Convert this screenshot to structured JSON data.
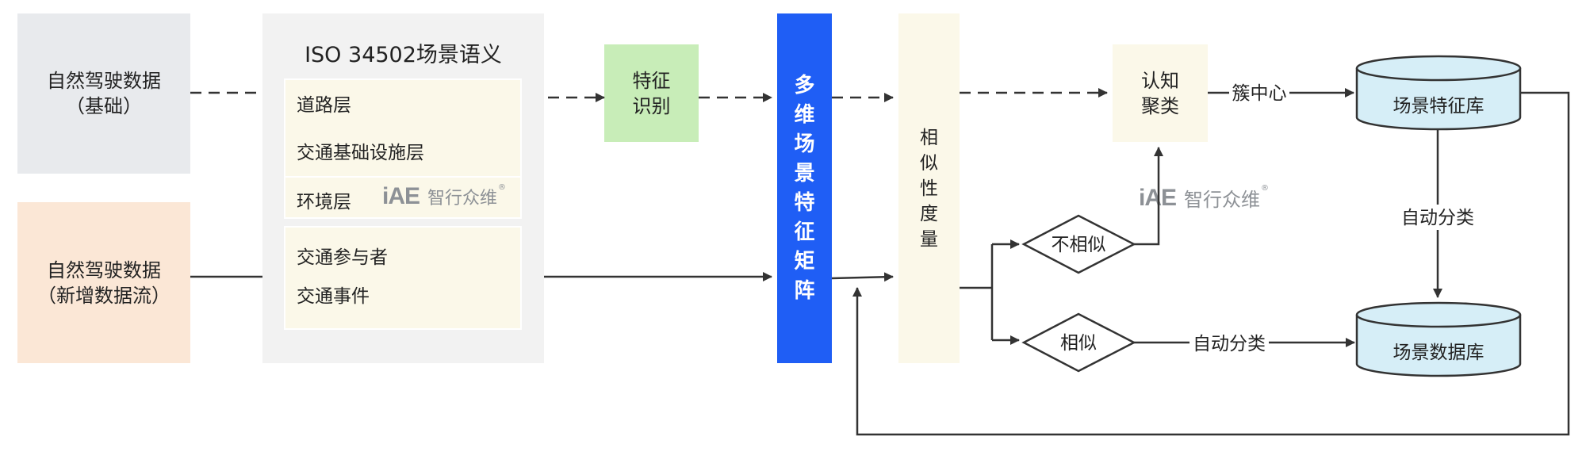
{
  "sources": {
    "base": {
      "line1": "自然驾驶数据",
      "line2": "（基础）"
    },
    "new": {
      "line1": "自然驾驶数据",
      "line2": "（新增数据流）"
    }
  },
  "iso": {
    "title": "ISO 34502场景语义",
    "layers": [
      "道路层",
      "交通基础设施层",
      "环境层",
      "交通参与者",
      "交通事件"
    ]
  },
  "feature_id": {
    "line1": "特征",
    "line2": "识别"
  },
  "matrix": {
    "chars": [
      "多",
      "维",
      "场",
      "景",
      "特",
      "征",
      "矩",
      "阵"
    ]
  },
  "similarity": {
    "chars": [
      "相",
      "似",
      "性",
      "度",
      "量"
    ]
  },
  "cluster": {
    "line1": "认知",
    "line2": "聚类"
  },
  "decisions": {
    "not_similar": "不相似",
    "similar": "相似"
  },
  "databases": {
    "feature_db": "场景特征库",
    "scene_db": "场景数据库"
  },
  "edge_labels": {
    "cluster_center": "簇中心",
    "auto_class_1": "自动分类",
    "auto_class_2": "自动分类"
  },
  "watermark": {
    "logo": "iAE",
    "text": "智行众维",
    "mark": "®"
  },
  "colors": {
    "base_box": "#e8eaed",
    "new_box": "#fbe7d6",
    "iso_panel": "#f2f2f2",
    "layer_fill": "#fbf8e9",
    "feature_box": "#c8edb8",
    "matrix": "#1f5ef5",
    "similarity_box": "#fbf8e9",
    "cluster_box": "#fbf8e9",
    "db_fill": "#d6eef7",
    "line": "#333333"
  }
}
